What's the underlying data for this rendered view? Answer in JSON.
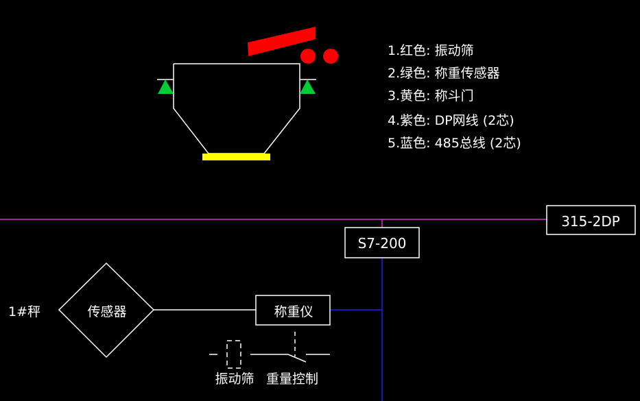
{
  "legend": {
    "items": [
      "1.红色: 振动筛",
      "2.绿色: 称重传感器",
      "3.黄色: 称斗门",
      "4.紫色: DP网线 (2芯)",
      "5.蓝色: 485总线 (2芯)"
    ]
  },
  "blocks": {
    "master": "315-2DP",
    "plc": "S7-200",
    "indicator": "称重仪",
    "sensor": "传感器"
  },
  "labels": {
    "scale": "1#秤",
    "vibrator": "振动筛",
    "weight_control": "重量控制"
  },
  "colors": {
    "background": "#000000",
    "line": "#ffffff",
    "vibrator": "#ff0000",
    "load_cell": "#00cc33",
    "gate": "#ffff00",
    "dp_bus": "#cc33cc",
    "rs485_bus": "#1c1cff"
  }
}
